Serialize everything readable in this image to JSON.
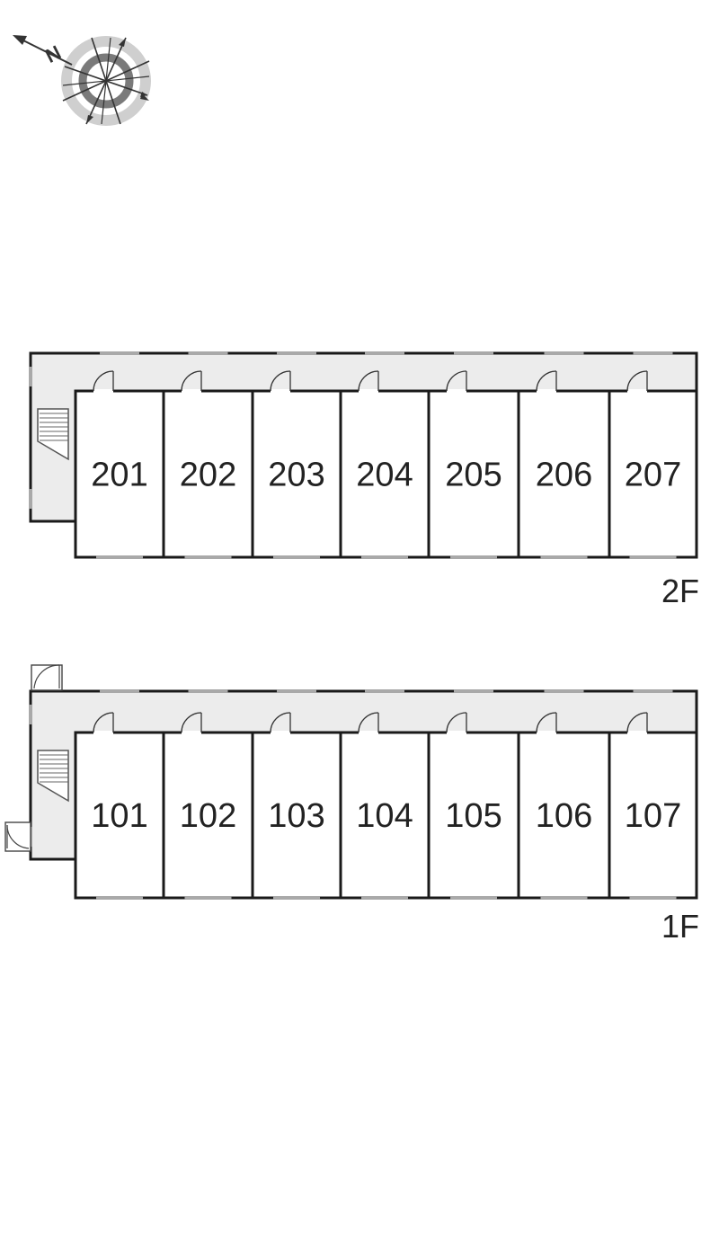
{
  "compass": {
    "north_letter": "N",
    "icon": "compass-rose-icon"
  },
  "colors": {
    "wall": "#1a1a1a",
    "corridor": "#ececec",
    "window": "#a9a9a9",
    "text": "#222222",
    "compass_ring_dark": "#7a7a7a",
    "compass_ring_light": "#cfcfcf"
  },
  "floors": [
    {
      "label": "2F",
      "units": [
        "201",
        "202",
        "203",
        "204",
        "205",
        "206",
        "207"
      ]
    },
    {
      "label": "1F",
      "units": [
        "101",
        "102",
        "103",
        "104",
        "105",
        "106",
        "107"
      ]
    }
  ]
}
